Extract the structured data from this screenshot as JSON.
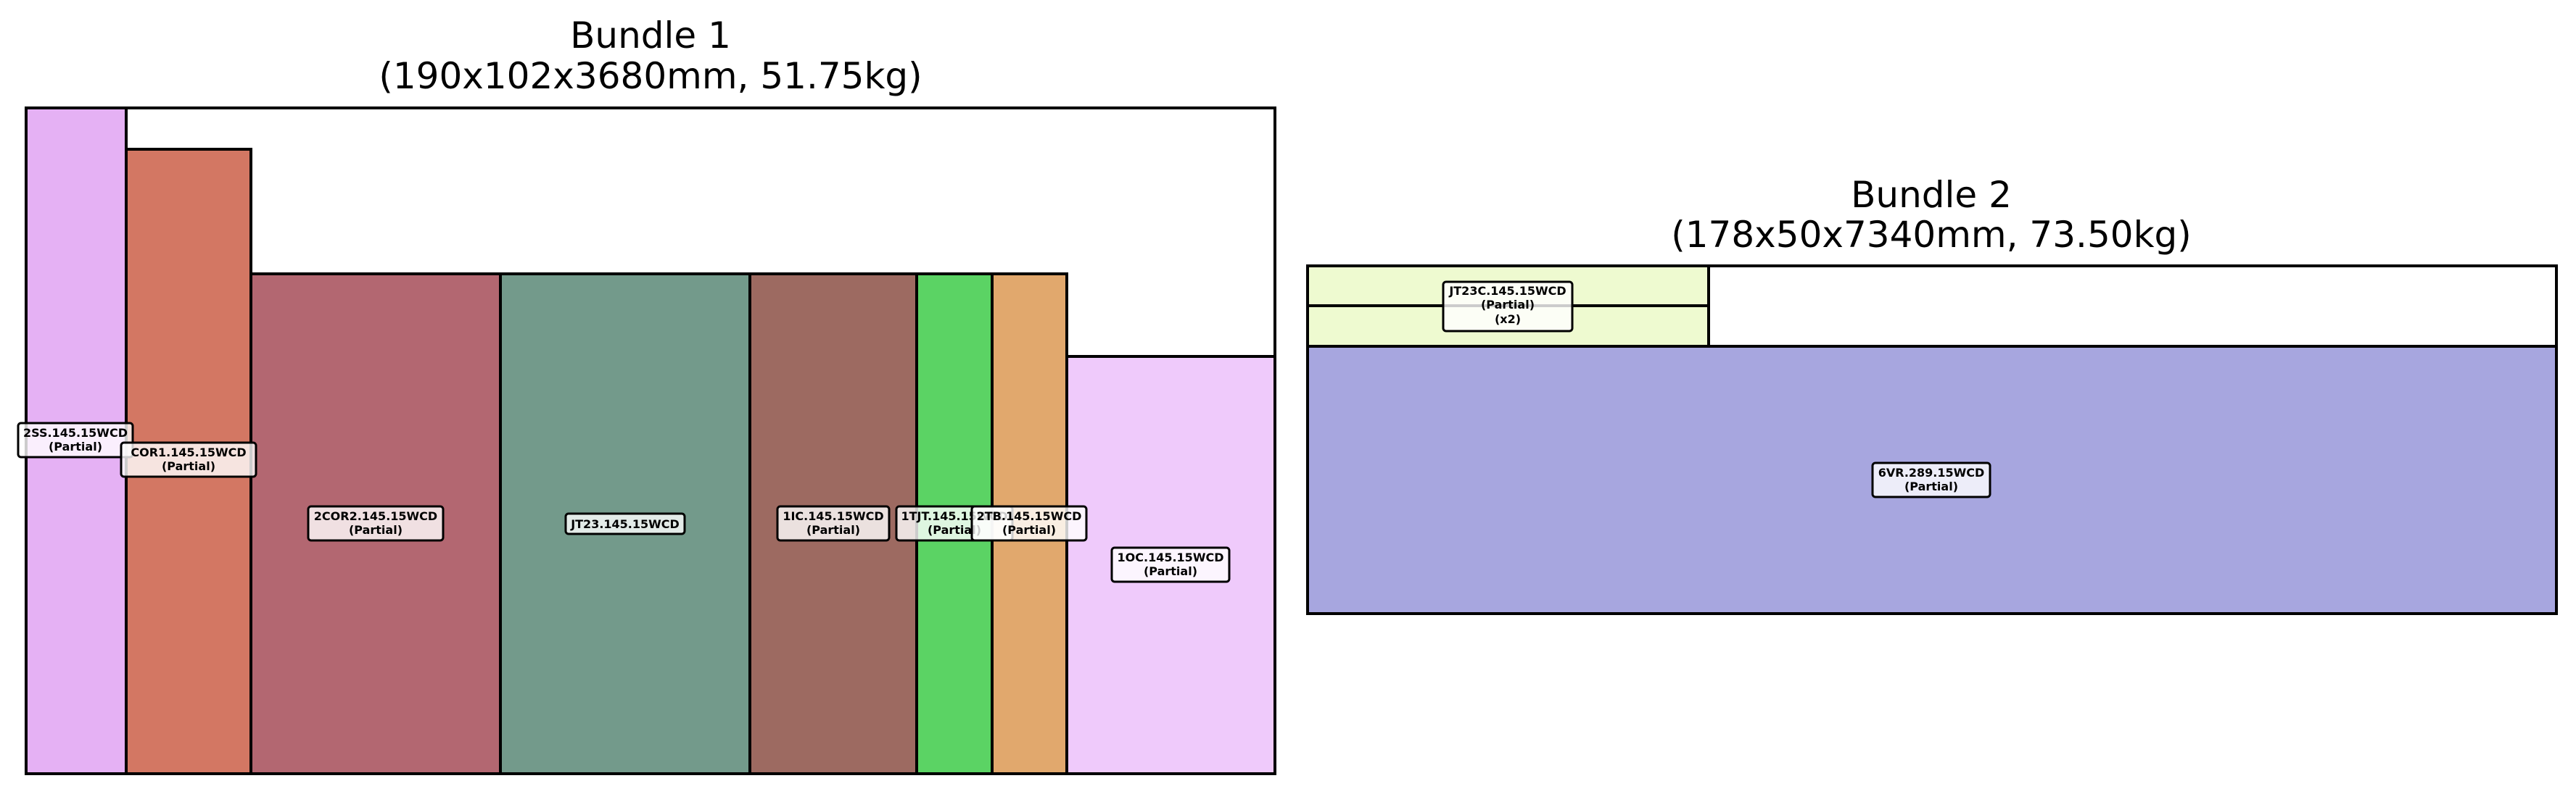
{
  "bundles": [
    {
      "title": "Bundle 1",
      "subtitle": "(190x102x3680mm, 51.75kg)",
      "pieces": [
        {
          "label": "2SS.145.15WCD",
          "note": "(Partial)",
          "color": "#e5b1f4"
        },
        {
          "label": "COR1.145.15WCD",
          "note": "(Partial)",
          "color": "#d37763"
        },
        {
          "label": "2COR2.145.15WCD",
          "note": "(Partial)",
          "color": "#b36771"
        },
        {
          "label": "JT23.145.15WCD",
          "note": "",
          "color": "#739a8b"
        },
        {
          "label": "1IC.145.15WCD",
          "note": "(Partial)",
          "color": "#9d6a61"
        },
        {
          "label": "1TJT.145.15WCD",
          "note": "(Partial)",
          "color": "#5bd364"
        },
        {
          "label": "2TB.145.15WCD",
          "note": "(Partial)",
          "color": "#e1a86d"
        },
        {
          "label": "1OC.145.15WCD",
          "note": "(Partial)",
          "color": "#efcafb"
        }
      ]
    },
    {
      "title": "Bundle 2",
      "subtitle": "(178x50x7340mm, 73.50kg)",
      "pieces": [
        {
          "label": "JT23C.145.15WCD",
          "note": "(Partial)",
          "count": "(x2)",
          "color": "#eefad0"
        },
        {
          "label": "6VR.289.15WCD",
          "note": "(Partial)",
          "color": "#a7a6df"
        }
      ]
    }
  ]
}
